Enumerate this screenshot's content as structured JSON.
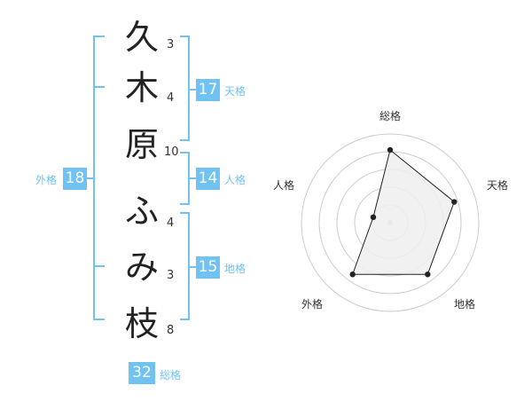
{
  "name": {
    "characters": [
      {
        "char": "久",
        "strokes": "3"
      },
      {
        "char": "木",
        "strokes": "4"
      },
      {
        "char": "原",
        "strokes": "10"
      },
      {
        "char": "ふ",
        "strokes": "4"
      },
      {
        "char": "み",
        "strokes": "3"
      },
      {
        "char": "枝",
        "strokes": "8"
      }
    ]
  },
  "fortunes": {
    "tenkaku": {
      "value": "17",
      "label": "天格"
    },
    "jinkaku": {
      "value": "14",
      "label": "人格"
    },
    "chikaku": {
      "value": "15",
      "label": "地格"
    },
    "gaikaku": {
      "value": "18",
      "label": "外格"
    },
    "soukaku": {
      "value": "32",
      "label": "総格"
    }
  },
  "radar": {
    "axes": [
      "総格",
      "天格",
      "地格",
      "外格",
      "人格"
    ],
    "scores": [
      0.82,
      0.76,
      0.72,
      0.72,
      0.2
    ]
  },
  "colors": {
    "accent": "#6fc2f2",
    "polygon_fill": "#eeeeee",
    "grid": "#cccccc"
  }
}
